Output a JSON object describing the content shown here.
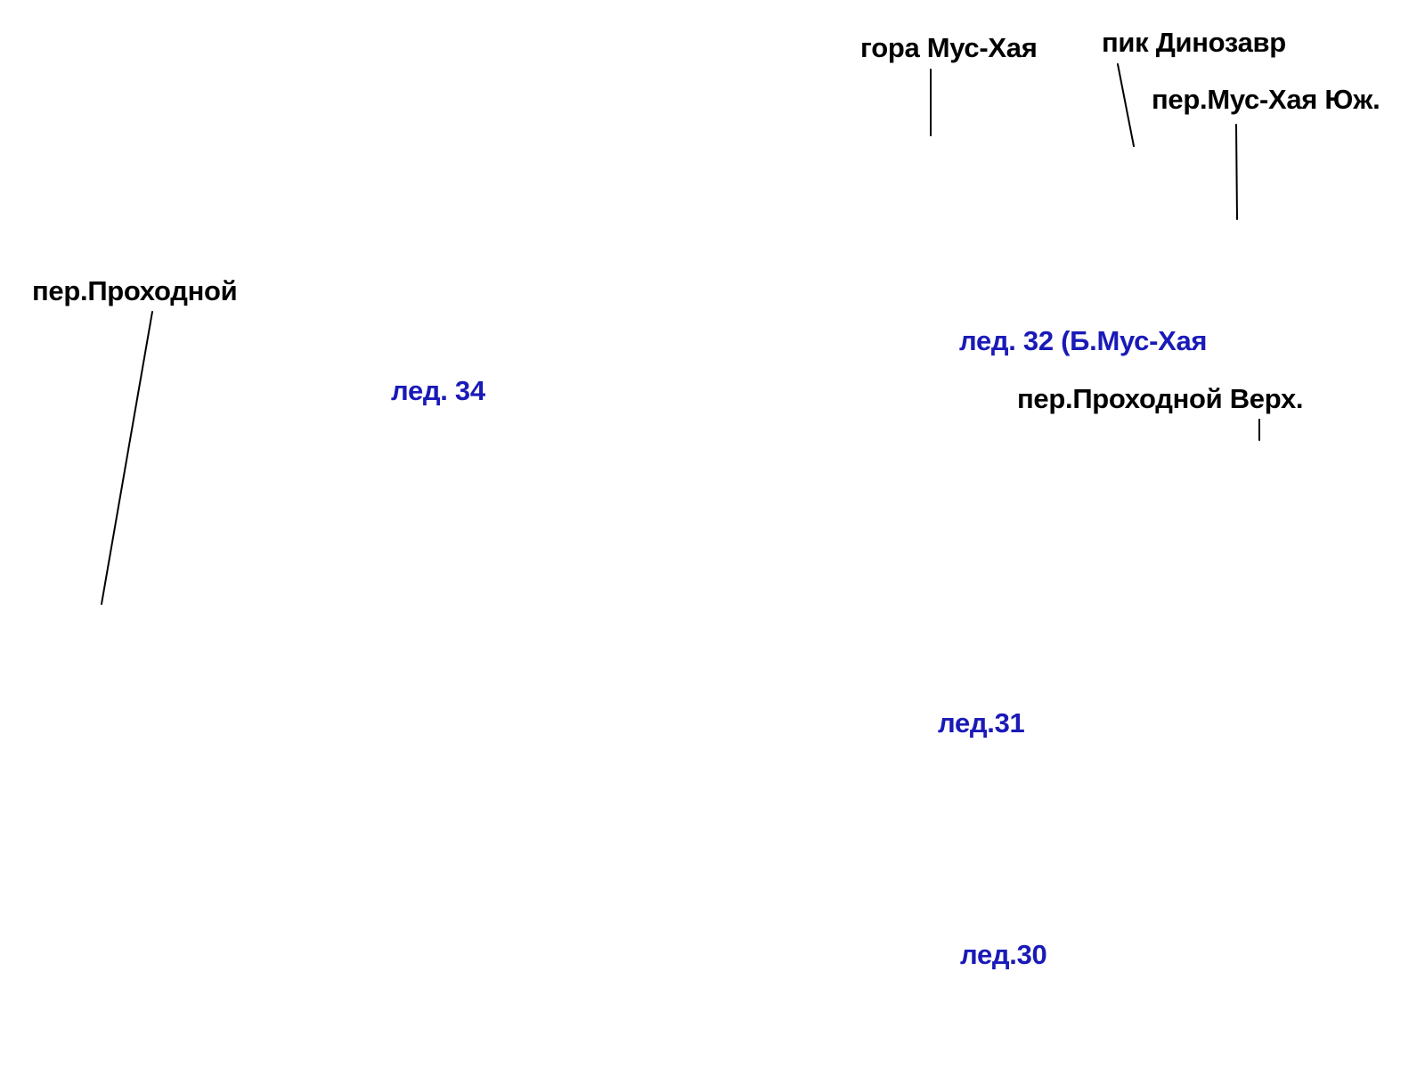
{
  "labels": {
    "mount": "гора Мус-Хая",
    "peak_dinosaur": "пик Динозавр",
    "pass_mus_khaya_south": "пер.Мус-Хая Юж.",
    "pass_prokhodnoy": "пер.Проходной",
    "glacier_32": "лед. 32 (Б.Мус-Хая",
    "glacier_34": "лед. 34",
    "pass_prokhodnoy_upper": "пер.Проходной Верх.",
    "glacier_31": "лед.31",
    "glacier_30": "лед.30"
  },
  "colors": {
    "peak_label": "#000000",
    "glacier_label": "#1a1ab8",
    "background": "#ffffff"
  }
}
